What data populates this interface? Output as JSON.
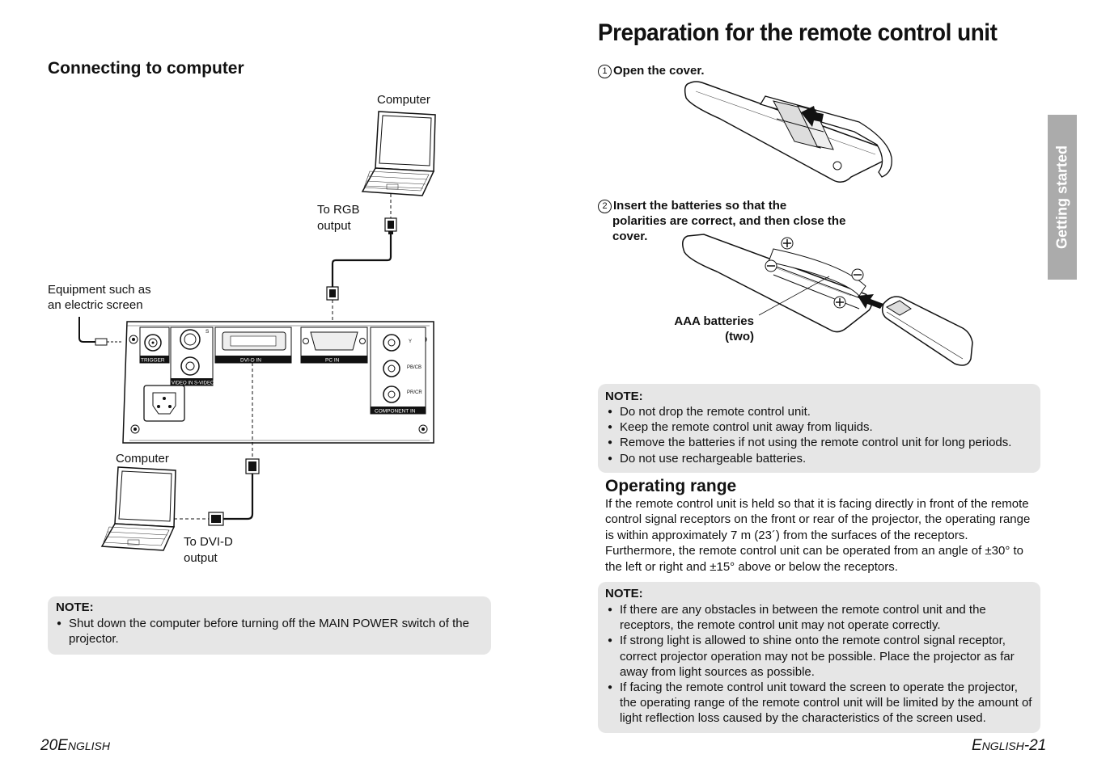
{
  "left": {
    "section_title": "Connecting to computer",
    "labels": {
      "computer_top": "Computer",
      "rgb_line1": "To RGB",
      "rgb_line2": "output",
      "equip_line1": "Equipment such as",
      "equip_line2": "an electric screen",
      "computer_bottom": "Computer",
      "dvi_line1": "To DVI-D",
      "dvi_line2": "output"
    },
    "panel_labels": {
      "trigger": "TRIGGER",
      "s": "S",
      "video_s_video": "VIDEO IN S-VIDEO IN",
      "dvi": "DVI-D IN",
      "pc": "PC IN",
      "y": "Y",
      "pbcb": "PB/CB",
      "prcr": "PR/CR",
      "component": "COMPONENT IN"
    },
    "note": {
      "heading": "NOTE:",
      "items": [
        "Shut down the computer before turning off the MAIN POWER switch of the projector."
      ]
    },
    "footer": {
      "num": "20",
      "word_E": "E",
      "word_rest": "NGLISH"
    }
  },
  "right": {
    "page_title": "Preparation for the remote control unit",
    "step1": {
      "num": "1",
      "text": "Open the cover."
    },
    "step2": {
      "num": "2",
      "line1": "Insert the batteries so that the",
      "line2": "polarities are correct, and then close the",
      "line3": "cover."
    },
    "batteries_line1": "AAA batteries",
    "batteries_line2": "(two)",
    "note1": {
      "heading": "NOTE:",
      "items": [
        "Do not drop the remote control unit.",
        "Keep the remote control unit away from liquids.",
        "Remove the batteries if not using the remote control unit for long periods.",
        "Do not use rechargeable batteries."
      ]
    },
    "operating_range": {
      "heading": "Operating range",
      "text": "If the remote control unit is held so that it is facing directly in front of the remote control signal receptors on the front or rear of the projector, the operating range is within approximately 7 m (23´) from the surfaces of the receptors. Furthermore, the remote control unit can be operated from an angle of ±30° to the left or right and ±15° above or below the receptors."
    },
    "note2": {
      "heading": "NOTE:",
      "items": [
        "If there are any obstacles in between the remote control unit and the receptors, the remote control unit may not operate correctly.",
        "If strong light is allowed to shine onto the remote control signal receptor, correct projector operation may not be possible. Place the projector as far away from light sources as possible.",
        "If facing the remote control unit toward the screen to operate the projector, the operating range of the remote control unit will be limited by the amount of light reflection loss caused by the characteristics of the screen used."
      ]
    },
    "side_tab": "Getting started",
    "footer": {
      "word_E": "E",
      "word_rest": "NGLISH",
      "num": "-21"
    }
  }
}
